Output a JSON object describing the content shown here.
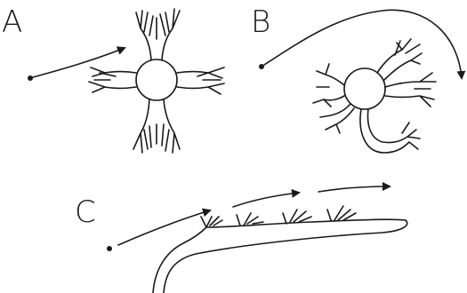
{
  "panels": [
    {
      "id": "A",
      "label": "A"
    },
    {
      "id": "B",
      "label": "B"
    },
    {
      "id": "C",
      "label": "C"
    }
  ],
  "colors": {
    "ink": "#1a1a1a",
    "background": "#ffffff"
  }
}
